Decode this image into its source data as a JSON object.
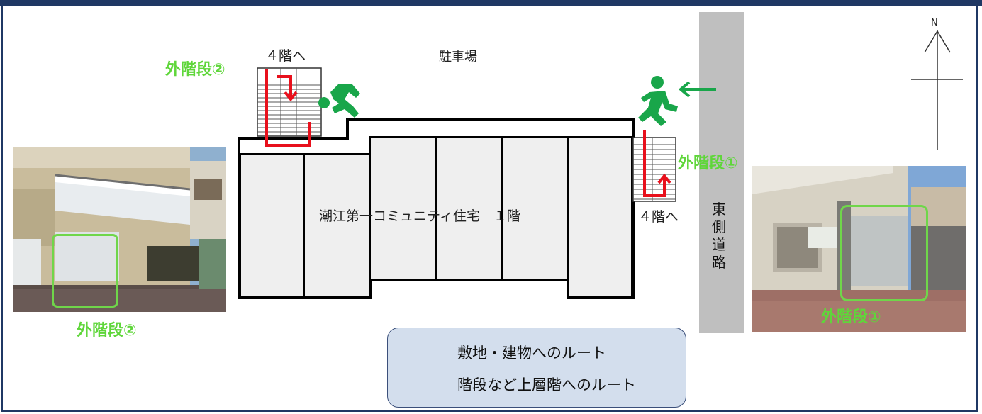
{
  "labels": {
    "parking": "駐車場",
    "building_name": "潮江第一コミュニティ住宅　１階",
    "floor4_top": "４階へ",
    "floor4_right": "４階へ",
    "stair2_top": "外階段②",
    "stair2_photo": "外階段②",
    "stair1_right": "外階段①",
    "stair1_photo": "外階段①",
    "road": [
      "東",
      "側",
      "道",
      "路"
    ],
    "north": "N"
  },
  "legend": {
    "items": [
      {
        "label": "敷地・建物へのルート",
        "color": "#19a64a"
      },
      {
        "label": "階段など上層階へのルート",
        "color": "#e8101c"
      }
    ]
  },
  "colors": {
    "frame": "#1f3864",
    "green_label": "#5fd63a",
    "route_green": "#19a64a",
    "route_red": "#e8101c",
    "road": "#bfbfbf",
    "room": "#efefef",
    "legend_bg": "#d3deed"
  },
  "icons": [
    "emergency-exit-running-icon",
    "emergency-exit-falling-icon",
    "north-arrow-icon",
    "stair-icon"
  ]
}
